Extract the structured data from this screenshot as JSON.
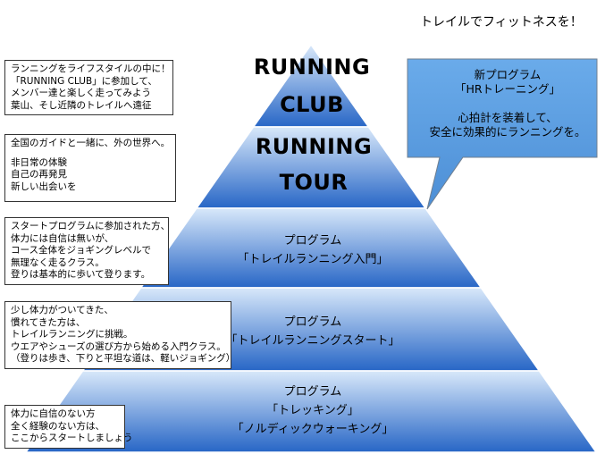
{
  "headline": "トレイルでフィットネスを！",
  "pyramid": {
    "tiers": [
      {
        "lines": [
          "RUNNING",
          "CLUB"
        ]
      },
      {
        "lines": [
          "RUNNING",
          "TOUR"
        ]
      },
      {
        "lines": [
          "プログラム",
          "「トレイルランニング入門」"
        ]
      },
      {
        "lines": [
          "プログラム",
          "「トレイルランニングスタート」"
        ]
      },
      {
        "lines": [
          "プログラム",
          "「トレッキング」",
          "「ノルディックウォーキング」"
        ]
      }
    ]
  },
  "callout": {
    "title_lines": [
      "新プログラム",
      "「HRトレーニング」"
    ],
    "body_lines": [
      "心拍計を装着して、",
      "安全に効果的にランニングを。"
    ],
    "color": "#5b9fde"
  },
  "notes": [
    {
      "lines": [
        "ランニングをライフスタイルの中に！",
        "「RUNNING CLUB」に参加して、",
        "メンバー達と楽しく走ってみよう",
        "葉山、そし近隣のトレイルへ遠征"
      ]
    },
    {
      "lines": [
        "全国のガイドと一緒に、外の世界へ。"
      ],
      "extra": [
        "非日常の体験",
        "自己の再発見",
        "新しい出会いを"
      ]
    },
    {
      "lines": [
        "スタートプログラムに参加された方、",
        "体力には自信は無いが、",
        "コース全体をジョギングレベルで",
        "無理なく走るクラス。",
        "登りは基本的に歩いて登ります。"
      ]
    },
    {
      "lines": [
        "少し体力がついてきた、",
        "慣れてきた方は、",
        "トレイルランニングに挑戦。",
        "ウエアやシューズの選び方から始める入門クラス。",
        "（登りは歩き、下りと平坦な道は、軽いジョギング）"
      ]
    },
    {
      "lines": [
        "体力に自信のない方",
        "全く経験のない方は、",
        "ここからスタートしましょう"
      ]
    }
  ],
  "colors": {
    "pyramid_light": "#d3e5f8",
    "pyramid_dark": "#1f64c4"
  }
}
